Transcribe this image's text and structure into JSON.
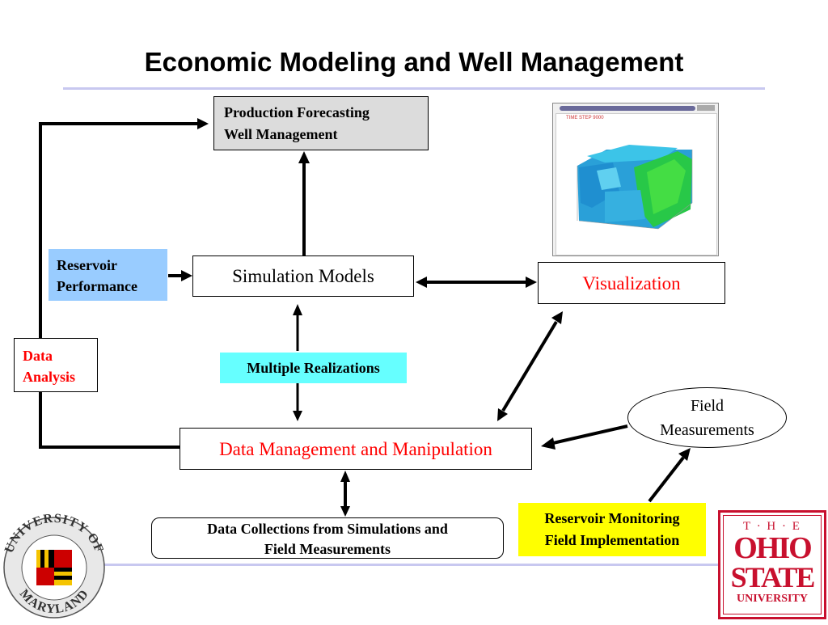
{
  "title": "Economic Modeling and Well Management",
  "boxes": {
    "production": {
      "line1": "Production Forecasting",
      "line2": "Well Management"
    },
    "reservoir": {
      "line1": "Reservoir",
      "line2": "Performance"
    },
    "simulation": "Simulation Models",
    "visualization": "Visualization",
    "data_analysis": {
      "line1": "Data",
      "line2": "Analysis"
    },
    "realizations": "Multiple Realizations",
    "field_measurements": {
      "line1": "Field",
      "line2": "Measurements"
    },
    "data_management": "Data Management and Manipulation",
    "data_collections": {
      "line1": "Data Collections from Simulations and",
      "line2": "Field Measurements"
    },
    "reservoir_monitoring": {
      "line1": "Reservoir Monitoring",
      "line2": "Field Implementation"
    }
  },
  "screenshot": {
    "caption": "TIME STEP 9000"
  },
  "logos": {
    "maryland": {
      "top": "UNIVERSITY OF",
      "bottom": "MARYLAND"
    },
    "ohio_state": {
      "the": "T · H · E",
      "ohio": "OHIO",
      "state": "STATE",
      "university": "UNIVERSITY"
    }
  },
  "colors": {
    "reservoir_fill": "#99ccff",
    "realizations_fill": "#66ffff",
    "monitoring_fill": "#ffff00",
    "production_fill": "#dcdcdc",
    "red_text": "#ff0000",
    "ohio_red": "#c8102e"
  }
}
